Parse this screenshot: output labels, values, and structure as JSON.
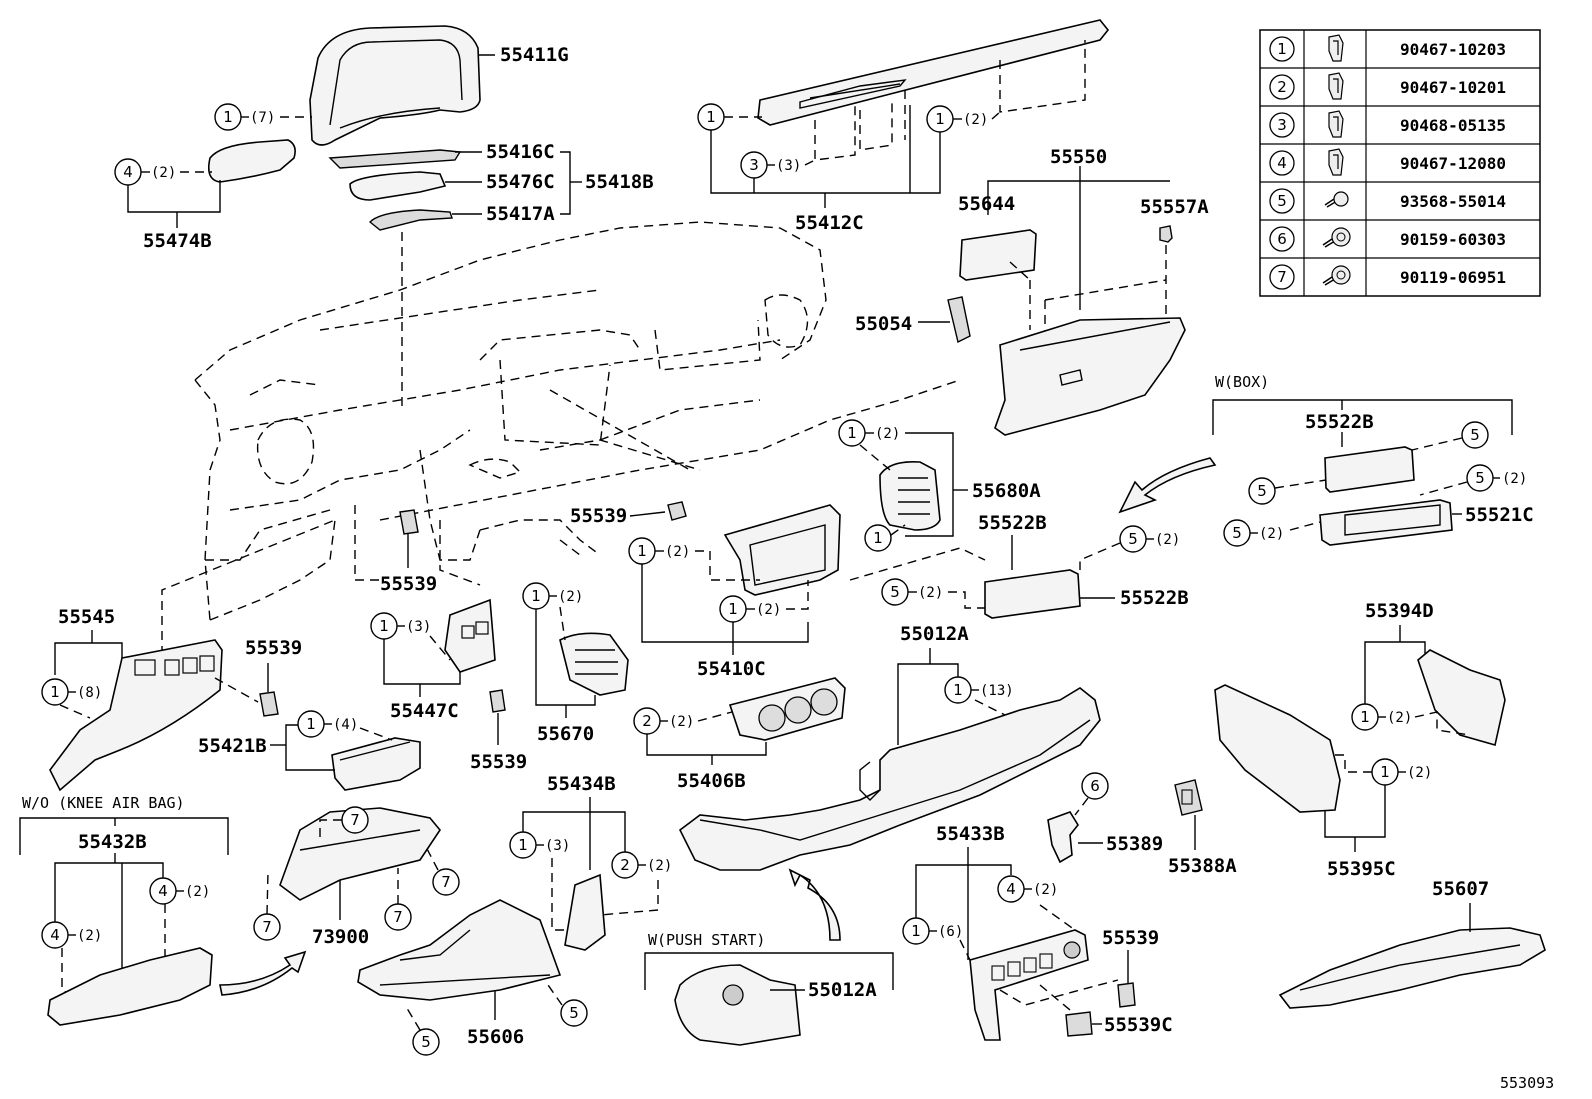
{
  "diagram_ref": "553093",
  "fastener_legend": [
    {
      "num": "1",
      "icon": "clip-icon",
      "part_no": "90467-10203"
    },
    {
      "num": "2",
      "icon": "clip-icon",
      "part_no": "90467-10201"
    },
    {
      "num": "3",
      "icon": "clip-icon",
      "part_no": "90468-05135"
    },
    {
      "num": "4",
      "icon": "clip-icon",
      "part_no": "90467-12080"
    },
    {
      "num": "5",
      "icon": "screw-icon",
      "part_no": "93568-55014"
    },
    {
      "num": "6",
      "icon": "bolt-icon",
      "part_no": "90159-60303"
    },
    {
      "num": "7",
      "icon": "bolt-icon",
      "part_no": "90119-06951"
    }
  ],
  "part_labels": {
    "p55411G": "55411G",
    "p55416C": "55416C",
    "p55476C": "55476C",
    "p55418B": "55418B",
    "p55417A": "55417A",
    "p55474B": "55474B",
    "p55412C": "55412C",
    "p55550": "55550",
    "p55644": "55644",
    "p55557A": "55557A",
    "p55054": "55054",
    "p55522B_a": "55522B",
    "p55522B_b": "55522B",
    "p55522B_c": "55522B",
    "p55521C": "55521C",
    "p55680A": "55680A",
    "p55539_a": "55539",
    "p55539_b": "55539",
    "p55539_c": "55539",
    "p55539_d": "55539",
    "p55539_e": "55539",
    "p55545": "55545",
    "p55447C": "55447C",
    "p55421B": "55421B",
    "p55670": "55670",
    "p55410C": "55410C",
    "p55012A_a": "55012A",
    "p55012A_b": "55012A",
    "p55394D": "55394D",
    "p55406B": "55406B",
    "p55434B": "55434B",
    "p55432B": "55432B",
    "p73900": "73900",
    "p55606": "55606",
    "p55433B": "55433B",
    "p55389": "55389",
    "p55388A": "55388A",
    "p55395C": "55395C",
    "p55607": "55607",
    "p55539C": "55539C"
  },
  "variant_labels": {
    "w_box": "W(BOX)",
    "wo_knee_air_bag": "W/O (KNEE AIR BAG)",
    "w_push_start": "W(PUSH START)"
  },
  "qty_labels": {
    "q7": "(7)",
    "q2": "(2)",
    "q3": "(3)",
    "q8": "(8)",
    "q4": "(4)",
    "q13": "(13)",
    "q6": "(6)"
  }
}
